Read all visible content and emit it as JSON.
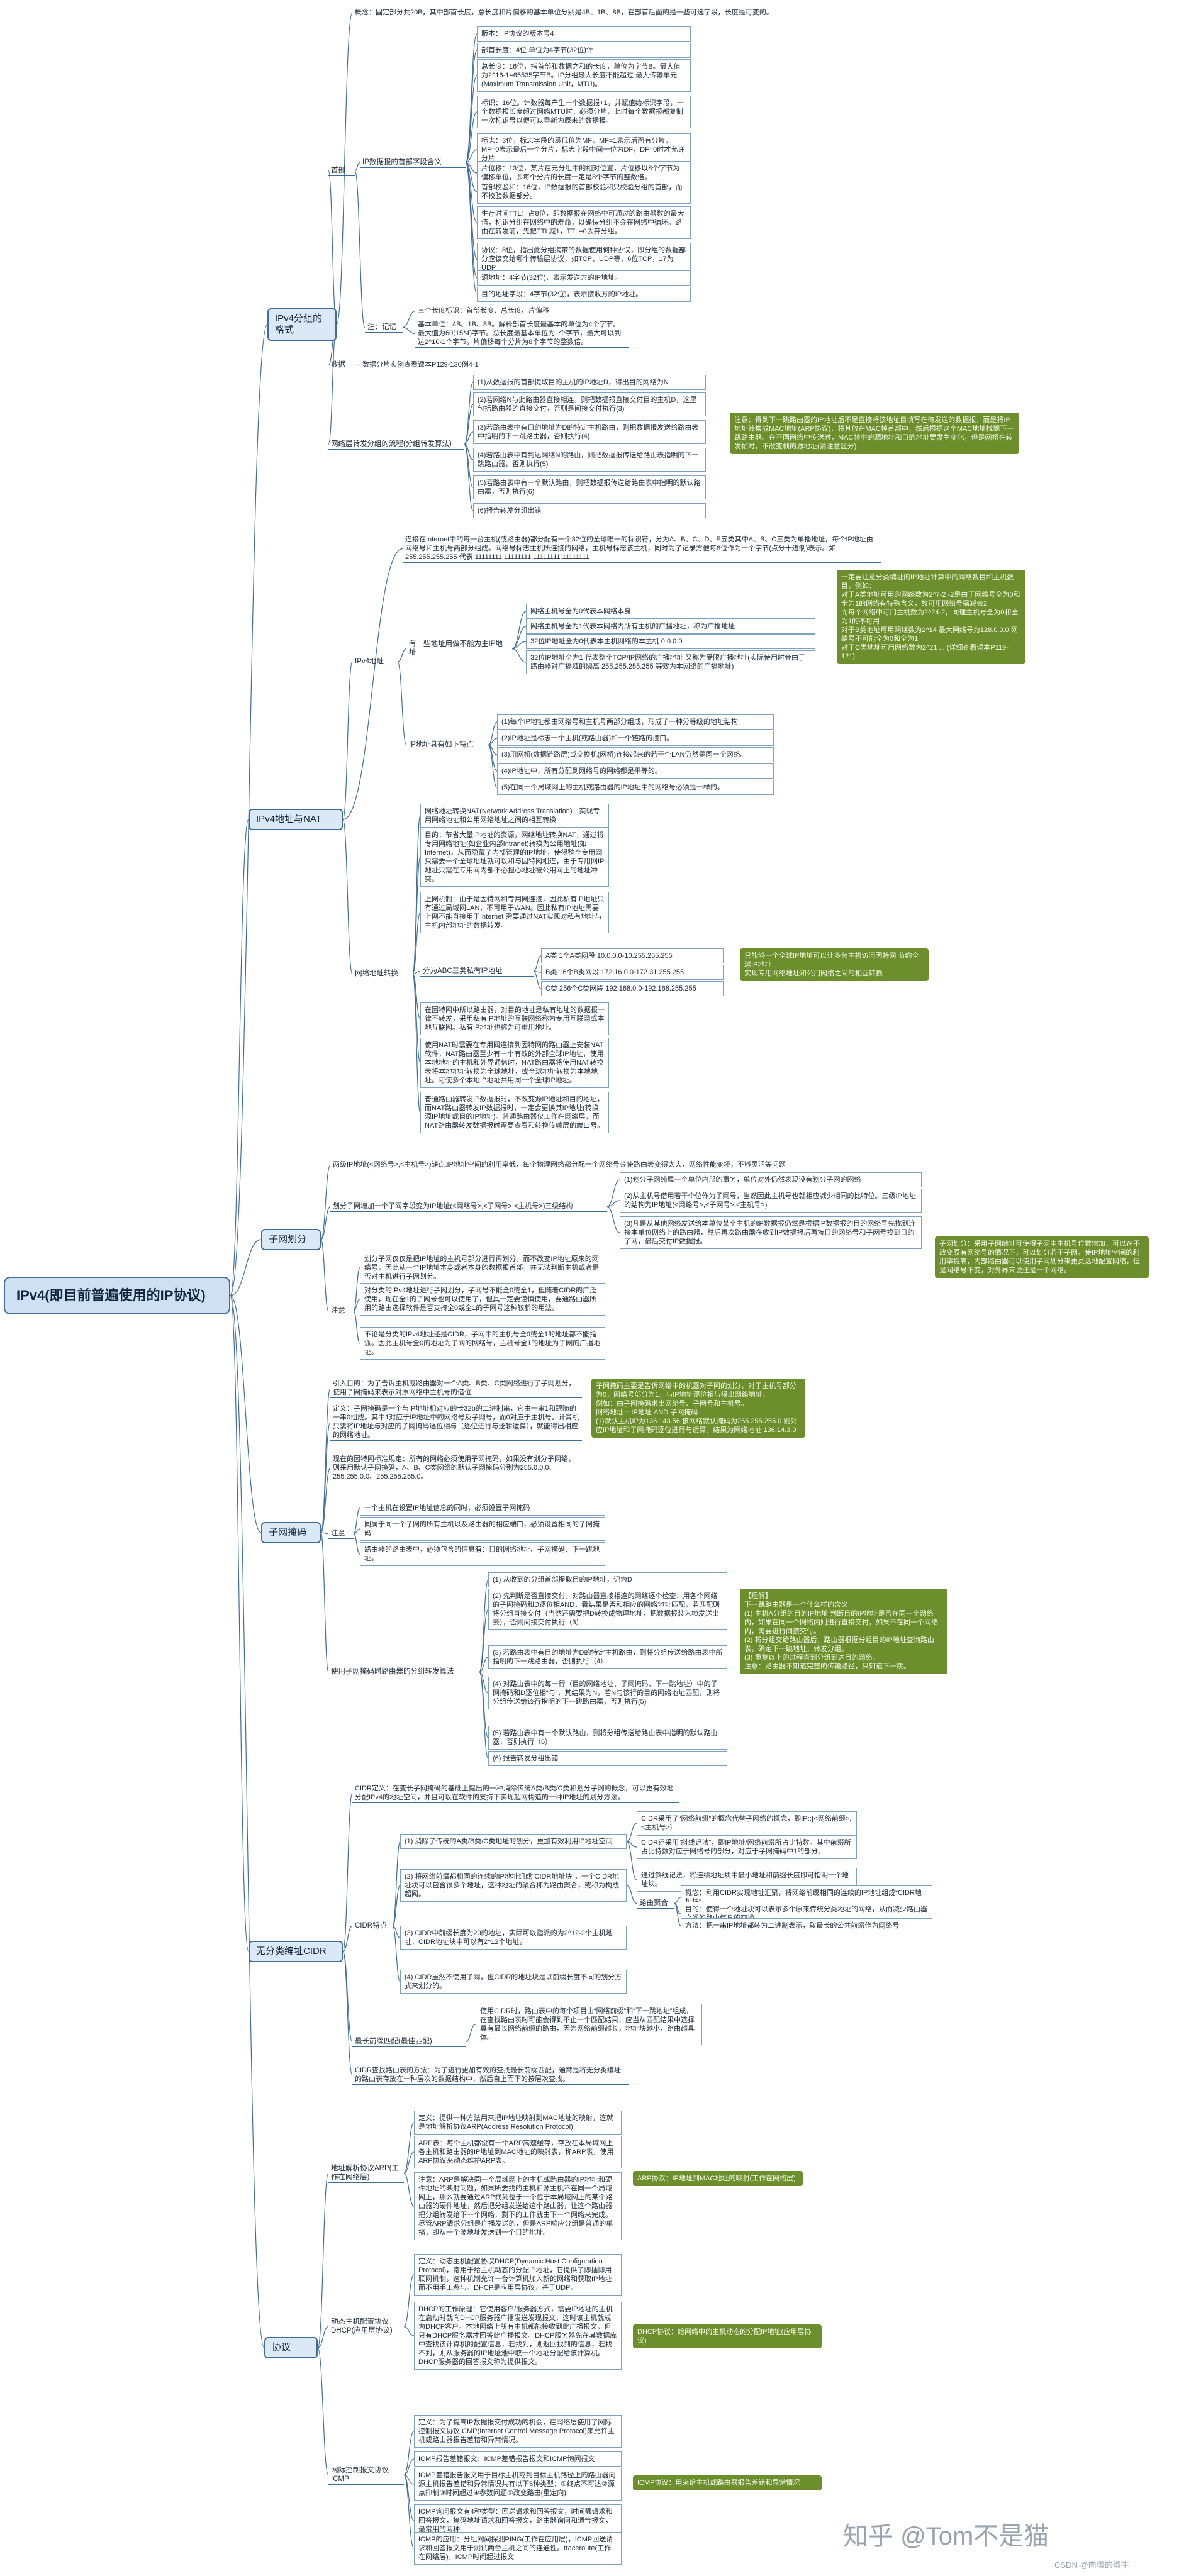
{
  "root": "IPv4(即目前普遍使用的IP协议)",
  "branches": {
    "format": "IPv4分组的格式",
    "address": "IPv4地址与NAT",
    "subnet": "子网划分",
    "supernet": "子网掩码",
    "cidr": "无分类编址CIDR",
    "protocol": "协议"
  },
  "format": {
    "concept": "概念：固定部分共20B，其中部首长度，总长度和片偏移的基本单位分别是4B、1B、8B，在部首后面的是一些可选字段，长度是可变的。",
    "header_label": "首部",
    "ip_header_title": "IP数据报的首部字段含义",
    "fields": [
      "版本：IP协议的版本号4",
      "部首长度：4位 单位为4字节(32位)计",
      "总长度：16位，指首部和数据之和的长度，单位为字节B。最大值为2^16-1=65535字节B。IP分组最大长度不能超过 最大传输单元(Maximum Transmission Unit，MTU)。",
      "标识：16位。计数器每产生一个数据报+1，并赋值给标识字段，一个数据报长度超过网络MTU时，必须分片，此时每个数据报都复制一次标识号以便可以重新为原来的数据报。",
      "标志：3位，标志字段的最低位为MF，MF=1表示后面有分片，MF=0表示最后一个分片，标志字段中间一位为DF，DF=0时才允许分片",
      "片位移：13位，某片在元分组中的相对位置，片位移以8个字节为偏移单位，即每个分片的长度一定是8个字节的整数倍。",
      "首部校验和：16位，IP数据报的首部校验和只校验分组的首部，而不校验数据部分。",
      "生存时间TTL：占8位，即数据报在网络中可通过的路由器数的最大值，标识分组在网络中的寿命，以确保分组不会在网络中循环。路由在转发前，先把TTL减1，TTL=0丢弃分组。",
      "协议：8位，指出此分组携带的数据使用何种协议，即分组的数据部分应该交给哪个传输层协议，如TCP、UDP等，6位TCP，17为UDP",
      "源地址：4字节(32位)，表示发送方的IP地址。",
      "目的地址字段：4字节(32位)，表示接收方的IP地址。"
    ],
    "note_label": "注：记忆",
    "remember": [
      "三个长度标识：首部长度、总长度、片偏移",
      "基本单位：4B、1B、8B。解释部首长度最基本的单位为4个字节。最大值为60(15*4)字节。总长度最基本单位为1个字节，最大可以到达2^16-1个字节。片偏移每个分片为8个字节的整数倍。"
    ],
    "data_label": "数据",
    "data_text": "数据分片实例查看课本P129-130例4-1",
    "forward_title": "网络层转发分组的流程(分组转发算法)",
    "forward_steps": [
      "(1)从数据报的首部提取目的主机的IP地址D，得出目的网络为N",
      "(2)若网络N与此路由器直接相连，则把数据报直接交付目的主机D，这里包括路由器的直接交付，否则是间接交付执行(3)",
      "(3)若路由表中有目的地址为D的特定主机路由，则把数据报发送给路由表中指明的下一跳路由器，否则执行(4)",
      "(4)若路由表中有到达网络N的路由，则把数据报传送给路由表指明的下一跳路由器，否则执行(5)",
      "(5)若路由表中有一个默认路由，则把数据报传送给路由表中指明的默认路由器，否则执行(6)",
      "(6)报告转发分组出错"
    ],
    "forward_note": "注意：得到下一跳路由器的IP地址后不是直接将该地址目填写在待发送的数据报，而是将IP地址转换成MAC地址(ARP协议)，将其放在MAC帧首部中，然后根据这个MAC地址找到下一跳路由器。在不同网络中传送时，MAC帧中的源地址和目的地址要发生变化，但是网桥在转发帧时，不改变帧的源地址(请注意区分)"
  },
  "address": {
    "intro": "连接在Internet中的每一台主机(或路由器)都分配有一个32位的全球唯一的标识符，分为A、B、C、D、E五类其中A、B、C三类为单播地址，每个IP地址由网络号和主机号两部分组成。网络号标志主机所连接的网络，主机号标志该主机，同时为了记录方便每8位作为一个字节(点分十进制)表示。如255.255.255.255 代表 11111111.11111111.11111111.11111111",
    "ipv4_label": "IPv4地址",
    "special_title": "有一些地址用做不能为主IP地址",
    "special": [
      "网络主机号全为0代表本网络本身",
      "网络主机号全为1代表本网络内所有主机的广播地址，称为广播地址",
      "32位IP地址全为0代表本主机网络的本主机 0.0.0.0",
      "32位IP地址全为1 代表整个TCP/IP网络的广播地址 又称为受限广播地址(实际使用时会由于路由器对广播域的隔离 255.255.255.255 等效为本网络的广播地址)"
    ],
    "features_title": "IP地址具有如下特点",
    "features": [
      "(1)每个IP地址都由网络号和主机号两部分组成，形成了一种分等级的地址结构",
      "(2)IP地址是标志一个主机(或路由器)和一个链路的接口。",
      "(3)用网桥(数据链路层)或交换机(网桥)连接起来的若干个LAN仍然是同一个网络。",
      "(4)IP地址中，所有分配到网络号的网络都是平等的。",
      "(5)在同一个局域网上的主机或路由器的IP地址中的网络号必须是一样的。"
    ],
    "ipv4_note": "一定要注意分类编址的IP地址计算中的网络数目和主机数目，例如：\n对于A类地址可用的网络数为2^7-2 -2是由于网络号全为0和全为1的网络有特殊含义，故可用网络号需减去2\n而每个网络中可用主机数为2^24-2，同理主机号全为0和全为1的不可用\n对于B类地址可用网络数为2^14 最大网络号为128.0.0.0 网络号不可能全为0和全为1\n对于C类地址可用网络数为2^21 ... (详细查看课本P119-121)",
    "nat_label": "网络地址转换",
    "nat_items": [
      "网络地址转换NAT(Network Address Translation)：实现专用网络地址和公用网络地址之间的相互转换",
      "目的：节省大量IP地址的资源，网络地址转换NAT，通过将专用网络地址(如企业内部Intranet)转换为公用地址(如Internet)，从而隐藏了内部管理的IP地址，使得整个专用网只需要一个全球地址就可以和与因特网相连，由于专用网IP地址只需在专用网内部不必担心地址被公用网上的地址冲突。",
      "上网机制：由于是因特网和专用网连接，因此私有IP地址只有通过局域网LAN，不可用于WAN。因此私有IP地址需要上网不能直接用于Internet 需要通过NAT实现对私有地址与主机内部地址的数据转发。",
      "分为ABC三类私有IP地址",
      "在因特网中所以路由器，对目的地址是私有地址的数据报一律不转发，采用私有IP地址的互联网络称为专用互联网或本地互联网。私有IP地址也称为可重用地址。",
      "使用NAT时需要在专用网连接到因特网的路由器上安装NAT软件，NAT路由器至少有一个有效的外部全球IP地址，使用本地地址的主机和外界通信时，NAT路由器将使用NAT转换表将本地地址转换为全球地址，或全球地址转换为本地地址。可使多个本地IP地址共用同一个全球IP地址。",
      "普通路由器转发IP数据报时，不改变源IP地址和目的地址，而NAT路由器转发IP数据报时，一定会更换其IP地址(转换源IP地址或目的IP地址)。普通路由器仅工作在网络层，而NAT路由器转发数据报时需要查看和转换传输层的端口号。"
    ],
    "private_ranges": [
      "A类 1个A类网段 10.0.0.0-10.255.255.255",
      "B类 16个B类网段 172.16.0.0-172.31.255.255",
      "C类 256个C类网段 192.168.0.0-192.168.255.255"
    ],
    "private_note": "只能够一个全球IP地址可以让多台主机访问因特网 节约全球IP地址\n实现专用网络地址和公用网络之间的相互转换"
  },
  "subnet": {
    "intro": "两级IP地址(<网络号>,<主机号>)缺点:IP地址空间的利用率低，每个物理网络都分配一个网络号会使路由表变得太大，网络性能变坏，不够灵活等问题",
    "three_level": "划分子网增加一个子网字段变为IP地址(<网络号>,<子网号>,<主机号>)三级结构",
    "basic": [
      "(1)划分子网纯属一个单位内部的事务，单位对外仍然表现没有划分子网的网络",
      "(2)从主机号借用若干个位作为子网号，当然因此主机号也就相应减少相同的比特位。三级IP地址的结构为IP地址(<网络号>,<子网号>,<主机号>)",
      "(3)凡是从其他网络发送给本单位某个主机的IP数据报仍然是根据IP数据报的目的网络号先找到连接本单位网络上的路由器，然后再次路由器在收到IP数据报后再按目的网络号和子网号找到目的子网，最后交付IP数据报。"
    ],
    "note_label": "注意",
    "notes": [
      "划分子网仅仅是把IP地址的主机号部分进行再划分，而不改变IP地址原来的网络号，因此从一个IP地址本身或者本身的数据报首部，并无法判断主机或者是否对主机进行子网划分。",
      "对分类的IPv4地址进行子网划分，子网号不能全0或全1，但随着CIDR的广泛使用，现在全1的子网号也可以使用了，但具一定要谨慎使用，要通路由器所用的路由选择软件是否支持全0或全1的子网号这种较新的用法。",
      "不论是分类的IPv4地址还是CIDR，子网中的主机号全0或全1的地址都不能指派。因此主机号全0的地址为子网的网络号，主机号全1的地址为子网的广播地址。"
    ],
    "note": "子网划分：采用子网编址可使得子网中主机号位数增加，可以在不改变原有网络号的情况下，可以划分若干子网，使IP地址空间的利用率提高，内部路由器可以使用子网划分来更灵活地配置网络，但是网络号不变，对外界来说还是一个网络。"
  },
  "supernet": {
    "intro": "引入目的：为了告诉主机或路由器对一个A类、B类、C类网络进行了子网划分，使用子网掩码来表示对原网络中主机号的借位",
    "definition": "定义：子网掩码是一个与IP地址相对应的长32b的二进制串，它由一串1和跟随的一串0组成。其中1对应于IP地址中的网络号及子网号，而0对应于主机号。计算机只需将IP地址与对应的子网掩码逐位相与（逐位进行与逻辑运算），就能得出相应的网络地址。",
    "default": "现在的因特网标准规定：所有的网络必须使用子网掩码，如果没有划分子网络，则采用默认子网掩码，A、B、C类网络的默认子网掩码分别为255.0.0.0、255.255.0.0、255.255.255.0。",
    "note_label": "注意",
    "notes": [
      "一个主机在设置IP地址信息的同时，必须设置子网掩码",
      "同属于同一个子网的所有主机以及路由器的相应端口，必须设置相同的子网掩码",
      "路由器的路由表中，必须包含的信息有：目的网络地址、子网掩码、下一跳地址。"
    ],
    "forward_title": "使用子网掩码时路由器的分组转发算法",
    "steps": [
      "(1) 从收到的分组首部提取目的IP地址，记为D",
      "(2) 先判断是否直接交付，对路由器直接相连的网络逐个检查：用各个网络的子网掩码和D逐位相AND，看结果是否和相应的网络地址匹配，若匹配则将分组直接交付（当然还需要把D转换成物理地址，把数据报装入帧发送出去），否则间接交付执行（3）",
      "(3) 若路由表中有目的地址为D的特定主机路由，则将分组传送给路由表中所指明的下一跳路由器，否则执行（4）",
      "(4) 对路由表中的每一行（目的网络地址、子网掩码、下一跳地址）中的子网掩码和D逐位相“与”，其结果为N，若N与该行的目的网络地址匹配，则将分组传送给该行指明的下一跳路由器，否则执行(5)",
      "(5) 若路由表中有一个默认路由，则将分组传送给路由表中指明的默认路由器，否则执行（6）",
      "(6) 报告转发分组出错"
    ],
    "note_top": "子网掩码主要是告诉网络中的机器对子网的划分，对于主机号部分为0，网络号部分为1，与IP地址逐位相与得出网络地址。\n例如：由子网掩码求出网络号、子网号和主机号。\n网络地址 = IP地址 AND 子网掩码\n(1)默认主机IP为136.143.56 该网络默认掩码为255.255.255.0 则对应IP地址和子网掩码逐位进行与运算，结果为网络地址 136.14.3.0",
    "note_bottom": "【理解】\n下一跳路由器是一个什么样的含义\n(1) 主机A分组的目的IP地址 判断目的IP地址是否在同一个网络内，如果在同一个网络内则进行直接交付，如果不在同一个网络内，需要进行间接交付。\n(2) 将分组交给路由器后，路由器根据分组目的IP地址查询路由表，确定下一跳地址，转发分组。\n(3) 重复以上的过程直到分组到达目的网络。\n注意：路由器不知道完整的传输路径，只知道下一跳。"
  },
  "cidr": {
    "definition": "CIDR定义：在变长子网掩码的基础上提出的一种消除传统A类/B类/C类和划分子网的概念，可以更有效地分配IPv4的地址空间，并且可以在软件的支持下实现超网构造的一种IP地址的划分方法。",
    "features_label": "CIDR特点",
    "features": [
      "(1) 消除了传统的A类/B类/C类地址的划分，更加有效利用IP地址空间",
      "(2) 将网络前缀都相同的连续的IP地址组成“CIDR地址块”，一个CIDR地址块可以包含很多个地址，这种地址的聚合称为路由聚合，或称为构成超网。",
      "(3) CIDR中前缀长度为20的地址，实际可以指派的为2^12-2个主机地址，CIDR地址块中可以有2^12个地址。",
      "(4) CIDR虽然不使用子网，但CIDR的地址块是以前缀长度不同的划分方式来划分的。"
    ],
    "notation": [
      "CIDR采用了“网络前缀”的概念代替子网络的概念，即IP::{<网络前缀>,<主机号>}",
      "CIDR还采用“斜线记法”，即IP地址/网络前缀所占比特数。其中前缀所占比特数对应于网络号的部分，对应于子网掩码中1的部分。",
      "通过斜线记法，将连续地址块中最小地址和前缀长度即可指明一个地址块。"
    ],
    "aggregation_label": "路由聚合",
    "aggregation": [
      "概念：利用CIDR实现地址汇聚，将网络前缀相同的连续的IP地址组成“CIDR地址块”",
      "目的：使得一个地址块可以表示多个原来传统分类地址的网络，从而减少路由器之间的路由信息的交换",
      "方法：把一串IP地址都转为二进制表示，取最长的公共前缀作为网络号"
    ],
    "longest_label": "最长前缀匹配(最佳匹配)",
    "longest": "使用CIDR时，路由表中的每个项目由“网络前缀”和“下一跳地址”组成，在查找路由表时可能会得到不止一个匹配结果，应当从匹配结果中选择具有最长网络前缀的路由，因为网络前缀越长，地址块越小，路由越具体。",
    "lookup": "CIDR查找路由表的方法：为了进行更加有效的查找最长前缀匹配，通常是将无分类编址的路由表存放在一种层次的数据结构中，然后自上而下的按层次查找。"
  },
  "protocol": {
    "arp_label": "地址解析协议ARP(工作在网络层)",
    "arp": [
      "定义：提供一种方法用来把IP地址映射到MAC地址的映射，这就是地址解析协议ARP(Address Resolution Protocol)",
      "ARP表：每个主机都设有一个ARP高速缓存，存放在本局域网上各主机和路由器的IP地址到MAC地址的映射表，称ARP表，使用ARP协议来动态维护ARP表。",
      "注意：ARP是解决同一个局域网上的主机或路由器的IP地址和硬件地址的映射问题，如果所要找的主机和源主机不在同一个局域网上，那么就要通过ARP找到位于一个位于本局域网上的某个路由器的硬件地址，然后把分组发送给这个路由器，让这个路由器把分组转发给下一个网络，剩下的工作就由下一个网络来完成。尽管ARP请求分组是广播发送的，但是ARP响应分组是普通的单播，即从一个源地址发送到一个目的地址。"
    ],
    "arp_note": "ARP协议：IP地址到MAC地址的映射(工作在网络层)",
    "dhcp_label": "动态主机配置协议DHCP(应用层协议)",
    "dhcp": [
      "定义：动态主机配置协议DHCP(Dynamic Host Configuration Protocol)，常用于给主机动态的分配IP地址，它提供了即插即用联网机制，这种机制允许一台计算机加入新的网络和获取IP地址而不用手工参与。DHCP是应用层协议，基于UDP。",
      "DHCP的工作原理：它使用客户/服务器方式，需要IP地址的主机在启动时就向DHCP服务器广播发送发现报文，这时该主机就成为DHCP客户。本地网络上所有主机都能接收到此广播报文，但只有DHCP服务器才回答此广播报文。DHCP服务器先在其数据库中查找该计算机的配置信息，若找到，则返回找到的信息，若找不到，则从服务器的IP地址池中取一个地址分配给该计算机。DHCP服务器的回答报文称为提供报文。"
    ],
    "dhcp_note": "DHCP协议：给网络中的主机动态的分配IP地址(应用层协议)",
    "icmp_label": "网际控制报文协议ICMP",
    "icmp": [
      "定义：为了提高IP数据报交付成功的机会，在网络层使用了网际控制报文协议ICMP(Internet Control Message Protocol)来允许主机或路由器报告差错和异常情况。",
      "ICMP报告差错报文：ICMP差错报告报文和ICMP询问报文",
      "ICMP差错报告报文用于目标主机或到目标主机路径上的路由器向源主机报告差错和异常情况共有以下5种类型：①终点不可达②源点抑制③时间超过④参数问题⑤改变路由(重定向)",
      "ICMP询问报文有4种类型：回送请求和回答报文，时间戳请求和回答报文，掩码地址请求和回答报文，路由器询问和通告报文，最常用的两种",
      "ICMP的应用：分组网间探测PING(工作在应用层)，ICMP回送请求和回答报文用于测试两台主机之间的连通性。traceroute(工作在网络层)，ICMP时间超过报文"
    ],
    "icmp_note": "ICMP协议：用来给主机或路由器报告差错和异常情况"
  },
  "watermark": {
    "site": "知乎 @Tom不是猫",
    "sub": "CSDN @肉蛋的蛋牛"
  }
}
